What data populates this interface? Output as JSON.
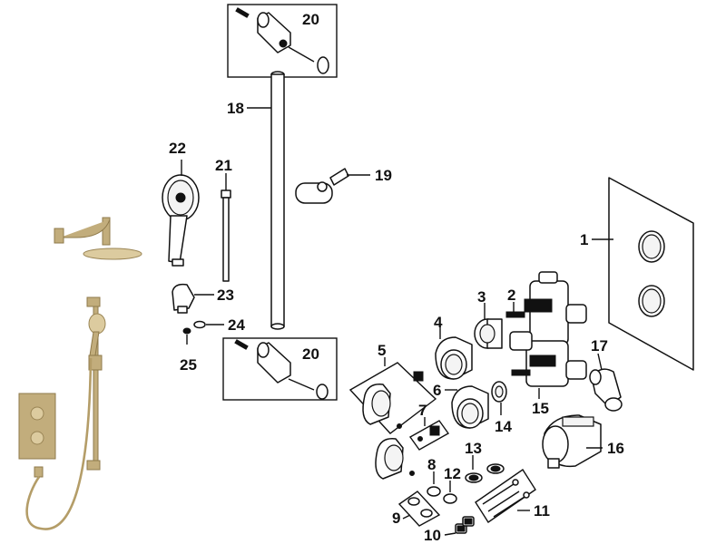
{
  "callouts": {
    "c1": "1",
    "c2": "2",
    "c3": "3",
    "c4": "4",
    "c5": "5",
    "c6": "6",
    "c7": "7",
    "c8": "8",
    "c9": "9",
    "c10": "10",
    "c11": "11",
    "c12": "12",
    "c13": "13",
    "c14": "14",
    "c15": "15",
    "c16": "16",
    "c17": "17",
    "c18": "18",
    "c19": "19",
    "c20a": "20",
    "c20b": "20",
    "c21": "21",
    "c22": "22",
    "c23": "23",
    "c24": "24",
    "c25": "25"
  },
  "colors": {
    "line": "#111111",
    "brushed_brass": "#c2ad7c",
    "background": "#ffffff"
  }
}
